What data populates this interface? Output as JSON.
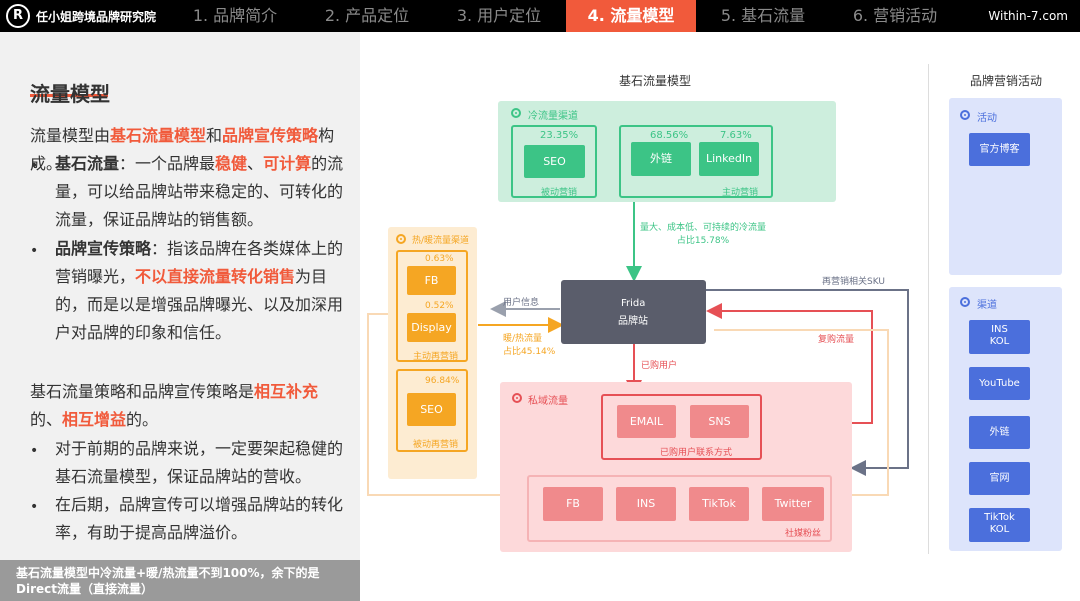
{
  "nav": {
    "logo": "R",
    "brand": "任小姐跨境品牌研究院",
    "tabs": [
      "1. 品牌简介",
      "2. 产品定位",
      "3. 用户定位",
      "4. 流量模型",
      "5. 基石流量",
      "6. 营销活动"
    ],
    "active_tab": 3,
    "site": "Within-7.com"
  },
  "left": {
    "title": "流量模型",
    "intro": [
      "流量模型由",
      "基石流量模型",
      "和",
      "品牌宣传策略",
      "构成。"
    ],
    "bullet1": [
      "基石流量",
      "：一个品牌最",
      "稳健",
      "、",
      "可计算",
      "的流量，可以给品牌站带来稳定的、可转化的流量，保证品牌站的销售额。"
    ],
    "bullet2": [
      "品牌宣传策略",
      "：指该品牌在各类媒体上的营销曝光，",
      "不以直接流量转化销售",
      "为目的，而是以是增强品牌曝光、以及加深用户对品牌的印象和信任。"
    ],
    "summary": [
      "基石流量策略和品牌宣传策略是",
      "相互补充",
      "的、",
      "相互增益",
      "的。"
    ],
    "bullet3": "对于前期的品牌来说，一定要架起稳健的基石流量模型，保证品牌站的营收。",
    "bullet4": "在后期，品牌宣传可以增强品牌站的转化率，有助于提高品牌溢价。",
    "bullet_char": "•",
    "footnote": "基石流量模型中冷流量+暖/热流量不到100%，余下的是Direct流量（直接流量）"
  },
  "diagram": {
    "title": "基石流量模型",
    "cold": {
      "label": "冷流量渠道",
      "passive": {
        "pct": "23.35%",
        "item": "SEO",
        "caption": "被动营销"
      },
      "active": {
        "pct1": "68.56%",
        "pct2": "7.63%",
        "item1": "外链",
        "item2": "LinkedIn",
        "caption": "主动营销"
      }
    },
    "cold_arrow": "量大、成本低、可持续的冷流量\n占比15.78%",
    "warm": {
      "label": "热/暖流量渠道",
      "active": {
        "pct1": "0.63%",
        "item1": "FB",
        "pct2": "0.52%",
        "item2": "Display",
        "caption": "主动再营销"
      },
      "passive": {
        "pct": "96.84%",
        "item": "SEO",
        "caption": "被动再营销"
      }
    },
    "center": {
      "line1": "Frida",
      "line2": "品牌站"
    },
    "arrow_userinfo": "用户信息",
    "arrow_warm": "暖/热流量\n占比45.14%",
    "arrow_purchased": "已购用户",
    "arrow_resku": "再营销相关SKU",
    "arrow_repurchase": "复购流量",
    "private": {
      "label": "私域流量",
      "email": "EMAIL",
      "sns": "SNS",
      "contact": "已购用户联系方式"
    },
    "social": {
      "items": [
        "FB",
        "INS",
        "TikTok",
        "Twitter"
      ],
      "caption": "社媒粉丝"
    }
  },
  "marketing": {
    "title": "品牌营销活动",
    "activity": {
      "label": "活动",
      "items": [
        "官方博客"
      ]
    },
    "channel": {
      "label": "渠道",
      "items": [
        "INS\nKOL",
        "YouTube",
        "外链",
        "官网",
        "TikTok\nKOL"
      ]
    }
  },
  "colors": {
    "accent": "#f15a3b",
    "green": "#3cc486",
    "orange": "#f5a623",
    "red": "#e65055",
    "blue": "#4b6fdc"
  }
}
